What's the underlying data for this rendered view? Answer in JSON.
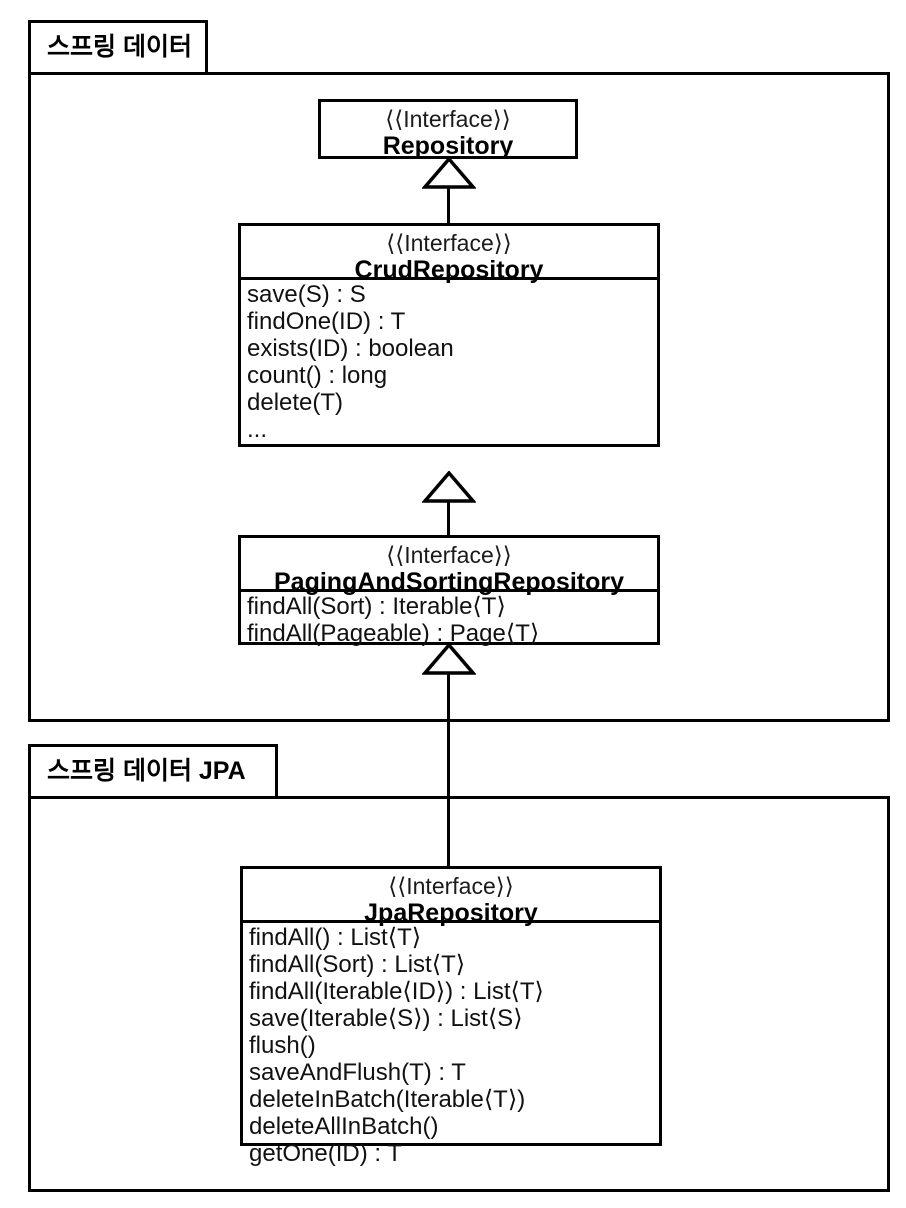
{
  "diagram": {
    "type": "uml-class-diagram",
    "title": "Spring Data Repository Hierarchy",
    "stereotype_label": "⟨⟨Interface⟩⟩",
    "packages": [
      {
        "id": "spring-data",
        "label": "스프링 데이터"
      },
      {
        "id": "spring-data-jpa",
        "label": "스프링 데이터 JPA"
      }
    ],
    "classes": [
      {
        "id": "repository",
        "name": "Repository",
        "package": "spring-data",
        "members": []
      },
      {
        "id": "crud-repository",
        "name": "CrudRepository",
        "package": "spring-data",
        "members": [
          "save(S) : S",
          "findOne(ID) : T",
          "exists(ID) : boolean",
          "count() : long",
          "delete(T)",
          "..."
        ]
      },
      {
        "id": "paging-and-sorting-repository",
        "name": "PagingAndSortingRepository",
        "package": "spring-data",
        "members": [
          "findAll(Sort) : Iterable⟨T⟩",
          "findAll(Pageable) : Page⟨T⟩"
        ]
      },
      {
        "id": "jpa-repository",
        "name": "JpaRepository",
        "package": "spring-data-jpa",
        "members": [
          "findAll() : List⟨T⟩",
          "findAll(Sort) : List⟨T⟩",
          "findAll(Iterable⟨ID⟩) : List⟨T⟩",
          "save(Iterable⟨S⟩) : List⟨S⟩",
          "flush()",
          "saveAndFlush(T) : T",
          "deleteInBatch(Iterable⟨T⟩)",
          "deleteAllInBatch()",
          "getOne(ID) : T"
        ]
      }
    ],
    "relationships": [
      {
        "id": "crud-to-repository",
        "type": "generalization",
        "from": "crud-repository",
        "to": "repository"
      },
      {
        "id": "paging-to-crud",
        "type": "generalization",
        "from": "paging-and-sorting-repository",
        "to": "crud-repository"
      },
      {
        "id": "jpa-to-paging",
        "type": "generalization",
        "from": "jpa-repository",
        "to": "paging-and-sorting-repository"
      }
    ],
    "colors": {
      "stroke": "#000000",
      "background": "#ffffff",
      "text": "#111111"
    }
  }
}
